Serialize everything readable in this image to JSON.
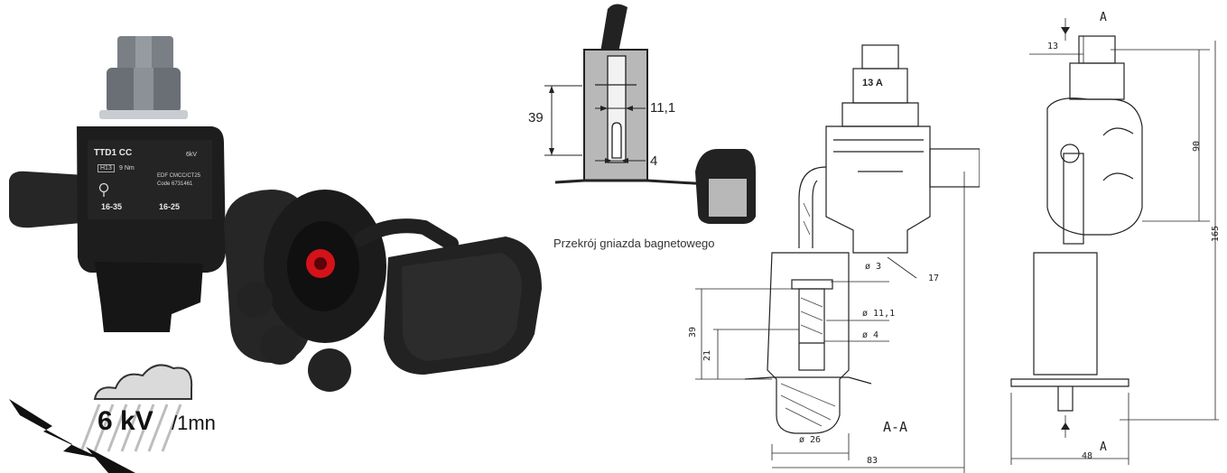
{
  "product": {
    "model_label": "TTD1 CC",
    "kv_mark": "6kV",
    "h_mark": "H13",
    "torque": "9 Nm",
    "standard": "EDF CMCC/CT25",
    "code": "Code 6731461",
    "range_main": "16-35",
    "range_tap": "16-25"
  },
  "test_badge": {
    "voltage": "6 kV",
    "duration": "/1mn"
  },
  "section": {
    "caption": "Przekrój gniazda bagnetowego",
    "dim_height": "39",
    "dim_hole": "11,1",
    "dim_pin": "4"
  },
  "drawing_front": {
    "label_nut": "13 A",
    "dim_d3": "ø 3",
    "dim_17": "17",
    "dim_d11": "ø 11,1",
    "dim_d4": "ø 4",
    "dim_39": "39",
    "dim_21": "21",
    "dim_d26": "ø 26",
    "dim_83": "83",
    "section_label": "A-A"
  },
  "drawing_side": {
    "arrow_top": "A",
    "arrow_bottom": "A",
    "dim_13": "13",
    "dim_90": "90",
    "dim_165": "165",
    "dim_48": "48"
  },
  "colors": {
    "body": "#1d1d1d",
    "nut": "#7a7f86",
    "contact_red": "#d4121a",
    "socket_gray": "#b8b8b8",
    "line": "#222222"
  }
}
